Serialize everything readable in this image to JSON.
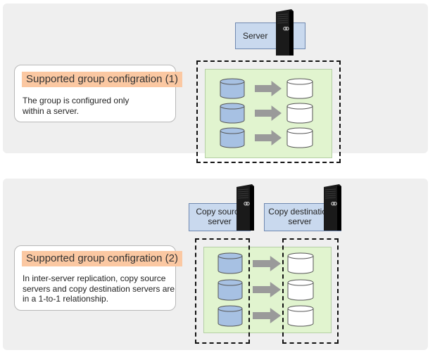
{
  "config1": {
    "title": "Supported group configration (1)",
    "description_lines": [
      "The group is configured only",
      "within a server."
    ],
    "server_label": "Server"
  },
  "config2": {
    "title": "Supported group configration (2)",
    "description_lines": [
      "In inter-server replication, copy source",
      "servers and copy destination servers are",
      "in a 1-to-1 relationship."
    ],
    "source_server_label_lines": [
      "Copy source",
      "server"
    ],
    "destination_server_label_lines": [
      "Copy destination",
      "server"
    ]
  },
  "colors": {
    "panel_background": "#efefef",
    "callout_title_background": "#fbc8a2",
    "server_box": "#c9d9ee",
    "group_area": "#e1f4cf",
    "source_volume": "#a7c1e3",
    "destination_volume": "#ffffff",
    "arrow": "#9a9a9a",
    "server_tower": "#1a1a1a"
  },
  "icons": {
    "volume": "disk-cylinder-icon",
    "copy_direction": "right-arrow-icon",
    "server": "server-tower-icon"
  }
}
